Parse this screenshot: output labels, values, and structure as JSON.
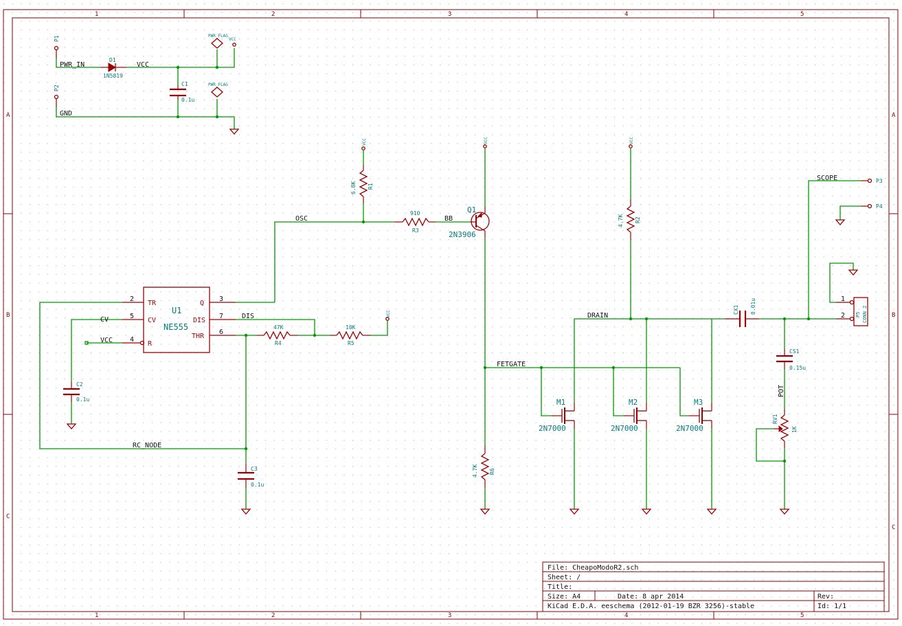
{
  "title_block": {
    "file": "File: CheapoModoR2.sch",
    "sheet": "Sheet: /",
    "title": "Title:",
    "size": "Size: A4",
    "date": "Date: 8 apr 2014",
    "rev": "Rev:",
    "tool": "KiCad E.D.A.  eeschema (2012-01-19 BZR 3256)-stable",
    "id": "Id: 1/1"
  },
  "frame": {
    "columns": [
      "1",
      "2",
      "3",
      "4",
      "5"
    ],
    "rows": [
      "A",
      "B",
      "C"
    ]
  },
  "nets": {
    "pwr_in": "PWR_IN",
    "vcc": "VCC",
    "gnd": "GND",
    "osc": "OSC",
    "bb": "BB",
    "dis": "DIS",
    "cv": "CV",
    "vcc2": "VCC",
    "rc_node": "RC_NODE",
    "fetgate": "FETGATE",
    "drain": "DRAIN",
    "scope": "SCOPE",
    "pot": "POT"
  },
  "parts": {
    "p1": "P1",
    "p2": "P2",
    "p3": "P3",
    "p4": "P4",
    "d1": "D1",
    "d1_val": "1N5819",
    "pwrflag1": "PWR_FLAG",
    "pwrflag2": "PWR_FLAG",
    "vcc_sym": "VCC",
    "c1": "C1",
    "c1_val": "0.1u",
    "r1": "R1",
    "r1_val": "6.8K",
    "r3": "R3",
    "r3_val": "910",
    "q1": "Q1",
    "q1_val": "2N3906",
    "r2": "R2",
    "r2_val": "4.7K",
    "u1": "U1",
    "u1_val": "NE555",
    "r4": "R4",
    "r4_val": "47K",
    "r5": "R5",
    "r5_val": "10K",
    "c2": "C2",
    "c2_val": "0.1u",
    "c3": "C3",
    "c3_val": "0.1u",
    "r6": "R6",
    "r6_val": "4.7K",
    "m1": "M1",
    "m2": "M2",
    "m3": "M3",
    "m_val": "2N7000",
    "cx1": "CX1",
    "cx1_val": "0.01u",
    "cs1": "CS1",
    "cs1_val": "0.15u",
    "rv1": "RV1",
    "rv1_val": "1K",
    "p5": "P5",
    "p5_val": "CONN_2"
  },
  "u1_pins": {
    "tr": "TR",
    "cv": "CV",
    "r": "R",
    "q": "Q",
    "dis": "DIS",
    "thr": "THR",
    "n2": "2",
    "n5": "5",
    "n4": "4",
    "n3": "3",
    "n7": "7",
    "n6": "6"
  },
  "conn_pins": {
    "n1": "1",
    "n2": "2"
  }
}
